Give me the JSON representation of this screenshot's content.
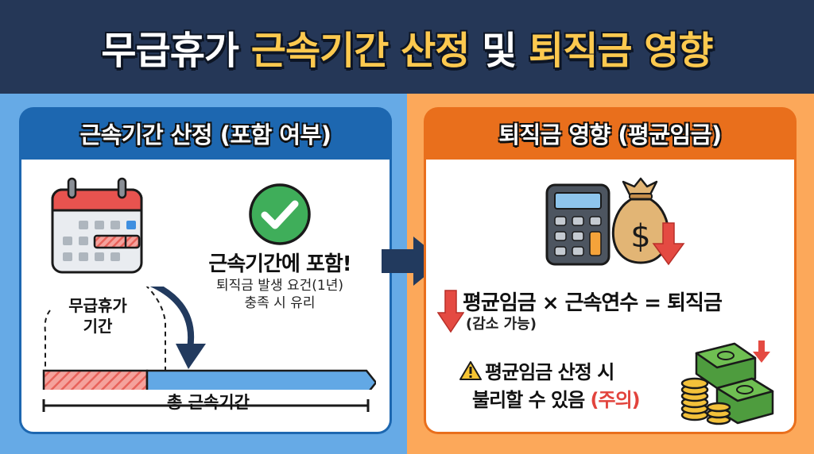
{
  "title": {
    "part1": "무급휴가 ",
    "highlight1": "근속기간 산정",
    "part2": " 및 ",
    "highlight2": "퇴직금 영향"
  },
  "left_panel": {
    "header": "근속기간 산정 (포함 여부)",
    "leave_label_line1": "무급휴가",
    "leave_label_line2": "기간",
    "included_title": "근속기간에 포함!",
    "included_sub_line1": "퇴직금 발생 요건(1년)",
    "included_sub_line2": "충족 시 유리",
    "total_label": "총 근속기간",
    "icons": [
      "calendar-icon",
      "check-circle-icon",
      "curved-arrow-icon"
    ]
  },
  "right_panel": {
    "header": "퇴직금 영향 (평균임금)",
    "formula": "평균임금 × 근속연수 = 퇴직금",
    "formula_sub": "(감소 가능)",
    "warning_line1": "평균임금 산정 시",
    "warning_line2": "불리할 수 있음 ",
    "warning_caution": "(주의)",
    "icons": [
      "calculator-icon",
      "money-bag-icon",
      "down-arrow-icon",
      "warning-icon",
      "cash-stack-icon"
    ]
  },
  "colors": {
    "title_bg": "#253757",
    "title_highlight": "#fcc94f",
    "left_bg": "#66aae6",
    "left_panel": "#1d67b0",
    "right_bg": "#fca85a",
    "right_panel": "#e96f1c",
    "leave_red": "#f28b82",
    "timeline_blue": "#62a8e5",
    "check_green": "#3fae5a",
    "caution_red": "#e2433c"
  }
}
